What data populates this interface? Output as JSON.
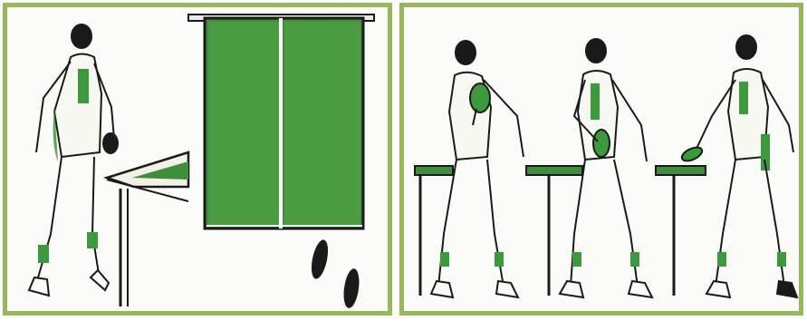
{
  "colors": {
    "frame": "#95b85a",
    "table_top": "#3f8f3a",
    "ink": "#1a1a1a",
    "accent_green": "#3c9a3c",
    "paper": "#fbfbf7"
  },
  "panels": [
    {
      "id": "left",
      "content": "player-walking-toward-table-with-bat",
      "elements": [
        "player-figure",
        "bat-icon",
        "ping-pong-table-top",
        "net-line",
        "table-legs",
        "footprints-icon"
      ]
    },
    {
      "id": "right",
      "content": "three-stance-sequence",
      "elements": [
        "player-figure-1",
        "player-figure-2",
        "player-figure-3",
        "table-edge-1",
        "table-edge-2",
        "table-edge-3"
      ]
    }
  ]
}
